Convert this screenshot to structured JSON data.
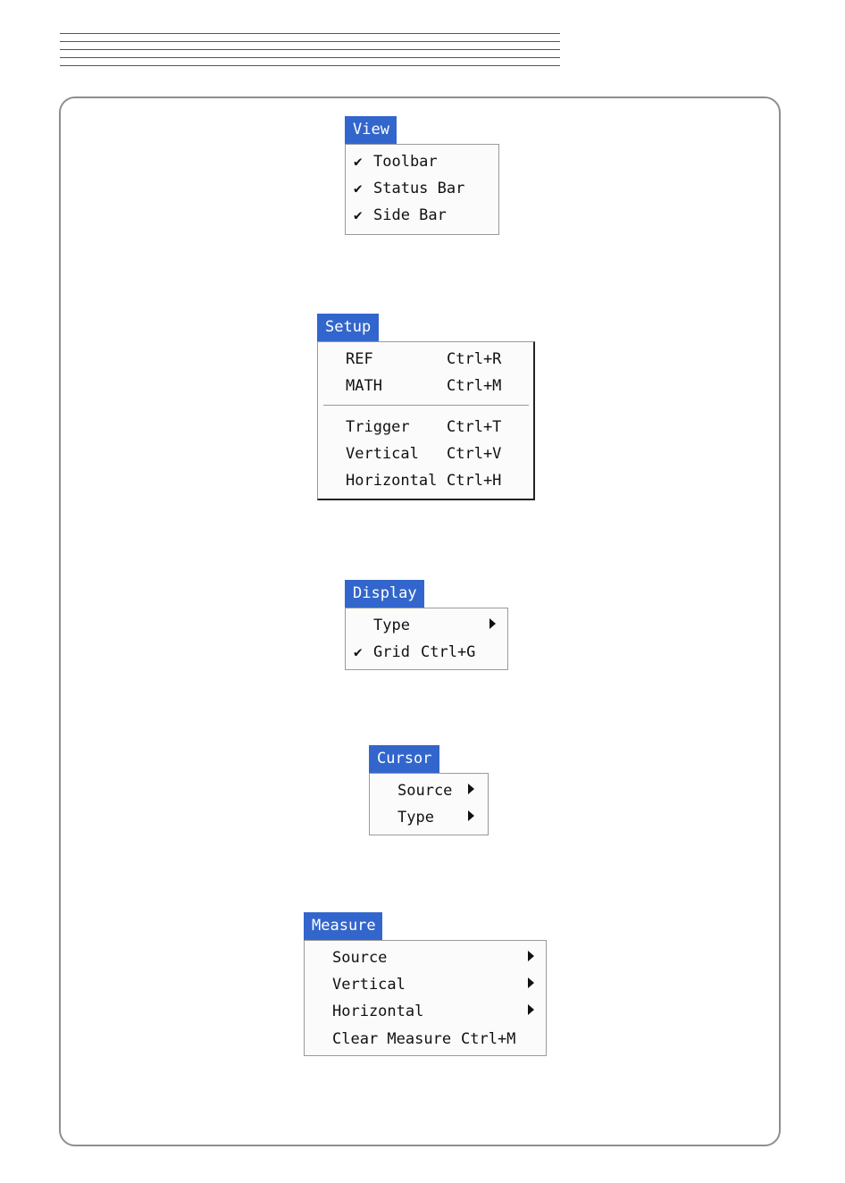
{
  "menus": {
    "view": {
      "title": "View",
      "items": [
        {
          "label": "Toolbar",
          "checked": true
        },
        {
          "label": "Status Bar",
          "checked": true
        },
        {
          "label": "Side Bar",
          "checked": true
        }
      ]
    },
    "setup": {
      "title": "Setup",
      "items": [
        {
          "label": "REF",
          "shortcut": "Ctrl+R"
        },
        {
          "label": "MATH",
          "shortcut": "Ctrl+M"
        },
        {
          "label": "Trigger",
          "shortcut": "Ctrl+T"
        },
        {
          "label": "Vertical",
          "shortcut": "Ctrl+V"
        },
        {
          "label": "Horizontal",
          "shortcut": "Ctrl+H"
        }
      ]
    },
    "display": {
      "title": "Display",
      "items": [
        {
          "label": "Type",
          "submenu": true
        },
        {
          "label": "Grid",
          "shortcut": "Ctrl+G",
          "checked": true
        }
      ]
    },
    "cursor": {
      "title": "Cursor",
      "items": [
        {
          "label": "Source",
          "submenu": true
        },
        {
          "label": "Type",
          "submenu": true
        }
      ]
    },
    "measure": {
      "title": "Measure",
      "items": [
        {
          "label": "Source",
          "submenu": true
        },
        {
          "label": "Vertical",
          "submenu": true
        },
        {
          "label": "Horizontal",
          "submenu": true
        },
        {
          "label": "Clear Measure",
          "shortcut": "Ctrl+M"
        }
      ]
    }
  },
  "colors": {
    "menu_title_bg": "#3366cc",
    "menu_bg": "#fbfbfb",
    "frame_border": "#8e8e8e"
  },
  "icons": {
    "check": "check-icon",
    "submenu": "triangle-right-icon"
  }
}
